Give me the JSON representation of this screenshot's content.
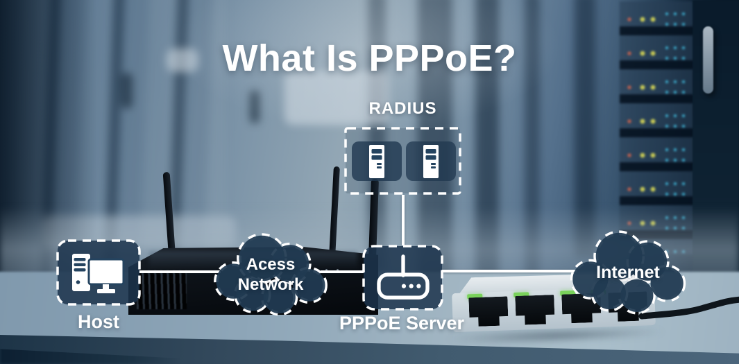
{
  "title": "What Is PPPoE?",
  "diagram": {
    "radius": {
      "label": "RADIUS"
    },
    "host": {
      "label": "Host"
    },
    "access_network": {
      "line1": "Acess",
      "line2": "Network"
    },
    "pppoe_server": {
      "label": "PPPoE Server"
    },
    "internet": {
      "label": "Internet"
    }
  },
  "icons": {
    "radius_nodes": "server-icon",
    "host_node": "desktop-computer-icon",
    "pppoe_node": "wifi-router-icon"
  },
  "colors": {
    "node_fill": "#24435f",
    "outline": "#ffffff",
    "text": "#ffffff",
    "led_green": "#79d25a",
    "led_red": "#c4604d",
    "led_yellow": "#d3d355",
    "led_cyan": "#3fb6d8"
  }
}
